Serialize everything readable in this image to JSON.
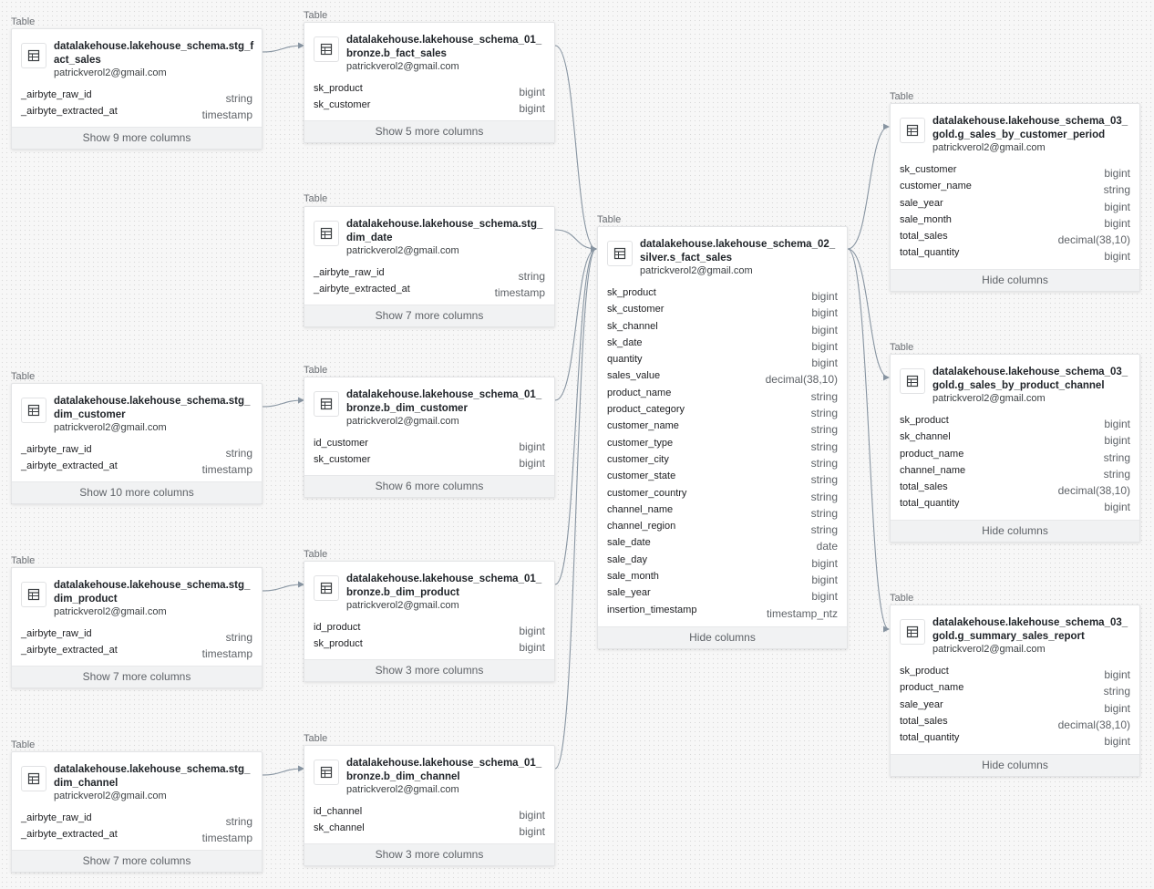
{
  "table_label": "Table",
  "nodes": {
    "stg_fact_sales": {
      "name": "datalakehouse.lakehouse_schema.stg_fact_sales",
      "owner": "patrickverol2@gmail.com",
      "columns": [
        {
          "name": "_airbyte_raw_id",
          "type": "string"
        },
        {
          "name": "_airbyte_extracted_at",
          "type": "timestamp"
        }
      ],
      "footer": "Show 9 more columns"
    },
    "stg_dim_customer": {
      "name": "datalakehouse.lakehouse_schema.stg_dim_customer",
      "owner": "patrickverol2@gmail.com",
      "columns": [
        {
          "name": "_airbyte_raw_id",
          "type": "string"
        },
        {
          "name": "_airbyte_extracted_at",
          "type": "timestamp"
        }
      ],
      "footer": "Show 10 more columns"
    },
    "stg_dim_product": {
      "name": "datalakehouse.lakehouse_schema.stg_dim_product",
      "owner": "patrickverol2@gmail.com",
      "columns": [
        {
          "name": "_airbyte_raw_id",
          "type": "string"
        },
        {
          "name": "_airbyte_extracted_at",
          "type": "timestamp"
        }
      ],
      "footer": "Show 7 more columns"
    },
    "stg_dim_channel": {
      "name": "datalakehouse.lakehouse_schema.stg_dim_channel",
      "owner": "patrickverol2@gmail.com",
      "columns": [
        {
          "name": "_airbyte_raw_id",
          "type": "string"
        },
        {
          "name": "_airbyte_extracted_at",
          "type": "timestamp"
        }
      ],
      "footer": "Show 7 more columns"
    },
    "b_fact_sales": {
      "name": "datalakehouse.lakehouse_schema_01_bronze.b_fact_sales",
      "owner": "patrickverol2@gmail.com",
      "columns": [
        {
          "name": "sk_product",
          "type": "bigint"
        },
        {
          "name": "sk_customer",
          "type": "bigint"
        }
      ],
      "footer": "Show 5 more columns"
    },
    "stg_dim_date": {
      "name": "datalakehouse.lakehouse_schema.stg_dim_date",
      "owner": "patrickverol2@gmail.com",
      "columns": [
        {
          "name": "_airbyte_raw_id",
          "type": "string"
        },
        {
          "name": "_airbyte_extracted_at",
          "type": "timestamp"
        }
      ],
      "footer": "Show 7 more columns"
    },
    "b_dim_customer": {
      "name": "datalakehouse.lakehouse_schema_01_bronze.b_dim_customer",
      "owner": "patrickverol2@gmail.com",
      "columns": [
        {
          "name": "id_customer",
          "type": "bigint"
        },
        {
          "name": "sk_customer",
          "type": "bigint"
        }
      ],
      "footer": "Show 6 more columns"
    },
    "b_dim_product": {
      "name": "datalakehouse.lakehouse_schema_01_bronze.b_dim_product",
      "owner": "patrickverol2@gmail.com",
      "columns": [
        {
          "name": "id_product",
          "type": "bigint"
        },
        {
          "name": "sk_product",
          "type": "bigint"
        }
      ],
      "footer": "Show 3 more columns"
    },
    "b_dim_channel": {
      "name": "datalakehouse.lakehouse_schema_01_bronze.b_dim_channel",
      "owner": "patrickverol2@gmail.com",
      "columns": [
        {
          "name": "id_channel",
          "type": "bigint"
        },
        {
          "name": "sk_channel",
          "type": "bigint"
        }
      ],
      "footer": "Show 3 more columns"
    },
    "s_fact_sales": {
      "name": "datalakehouse.lakehouse_schema_02_silver.s_fact_sales",
      "owner": "patrickverol2@gmail.com",
      "columns": [
        {
          "name": "sk_product",
          "type": "bigint"
        },
        {
          "name": "sk_customer",
          "type": "bigint"
        },
        {
          "name": "sk_channel",
          "type": "bigint"
        },
        {
          "name": "sk_date",
          "type": "bigint"
        },
        {
          "name": "quantity",
          "type": "bigint"
        },
        {
          "name": "sales_value",
          "type": "decimal(38,10)"
        },
        {
          "name": "product_name",
          "type": "string"
        },
        {
          "name": "product_category",
          "type": "string"
        },
        {
          "name": "customer_name",
          "type": "string"
        },
        {
          "name": "customer_type",
          "type": "string"
        },
        {
          "name": "customer_city",
          "type": "string"
        },
        {
          "name": "customer_state",
          "type": "string"
        },
        {
          "name": "customer_country",
          "type": "string"
        },
        {
          "name": "channel_name",
          "type": "string"
        },
        {
          "name": "channel_region",
          "type": "string"
        },
        {
          "name": "sale_date",
          "type": "date"
        },
        {
          "name": "sale_day",
          "type": "bigint"
        },
        {
          "name": "sale_month",
          "type": "bigint"
        },
        {
          "name": "sale_year",
          "type": "bigint"
        },
        {
          "name": "insertion_timestamp",
          "type": "timestamp_ntz"
        }
      ],
      "footer": "Hide columns"
    },
    "g_sales_by_customer_period": {
      "name": "datalakehouse.lakehouse_schema_03_gold.g_sales_by_customer_period",
      "owner": "patrickverol2@gmail.com",
      "columns": [
        {
          "name": "sk_customer",
          "type": "bigint"
        },
        {
          "name": "customer_name",
          "type": "string"
        },
        {
          "name": "sale_year",
          "type": "bigint"
        },
        {
          "name": "sale_month",
          "type": "bigint"
        },
        {
          "name": "total_sales",
          "type": "decimal(38,10)"
        },
        {
          "name": "total_quantity",
          "type": "bigint"
        }
      ],
      "footer": "Hide columns"
    },
    "g_sales_by_product_channel": {
      "name": "datalakehouse.lakehouse_schema_03_gold.g_sales_by_product_channel",
      "owner": "patrickverol2@gmail.com",
      "columns": [
        {
          "name": "sk_product",
          "type": "bigint"
        },
        {
          "name": "sk_channel",
          "type": "bigint"
        },
        {
          "name": "product_name",
          "type": "string"
        },
        {
          "name": "channel_name",
          "type": "string"
        },
        {
          "name": "total_sales",
          "type": "decimal(38,10)"
        },
        {
          "name": "total_quantity",
          "type": "bigint"
        }
      ],
      "footer": "Hide columns"
    },
    "g_summary_sales_report": {
      "name": "datalakehouse.lakehouse_schema_03_gold.g_summary_sales_report",
      "owner": "patrickverol2@gmail.com",
      "columns": [
        {
          "name": "sk_product",
          "type": "bigint"
        },
        {
          "name": "product_name",
          "type": "string"
        },
        {
          "name": "sale_year",
          "type": "bigint"
        },
        {
          "name": "total_sales",
          "type": "decimal(38,10)"
        },
        {
          "name": "total_quantity",
          "type": "bigint"
        }
      ],
      "footer": "Hide columns"
    }
  }
}
